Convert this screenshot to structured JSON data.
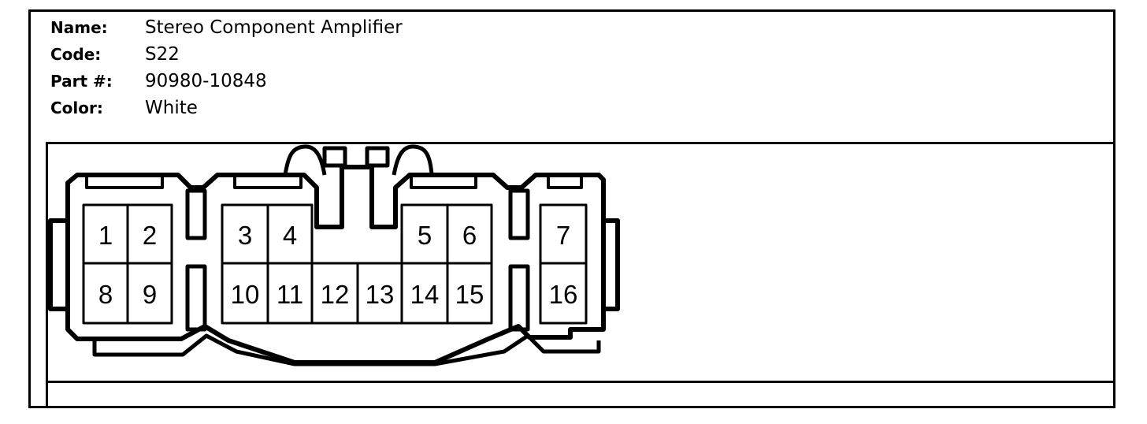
{
  "info": {
    "name_label": "Name:",
    "name_value": "Stereo Component Amplifier",
    "code_label": "Code:",
    "code_value": "S22",
    "part_label": "Part #:",
    "part_value": "90980-10848",
    "color_label": "Color:",
    "color_value": "White"
  },
  "connector": {
    "pins": [
      "1",
      "2",
      "3",
      "4",
      "5",
      "6",
      "7",
      "8",
      "9",
      "10",
      "11",
      "12",
      "13",
      "14",
      "15",
      "16"
    ]
  }
}
